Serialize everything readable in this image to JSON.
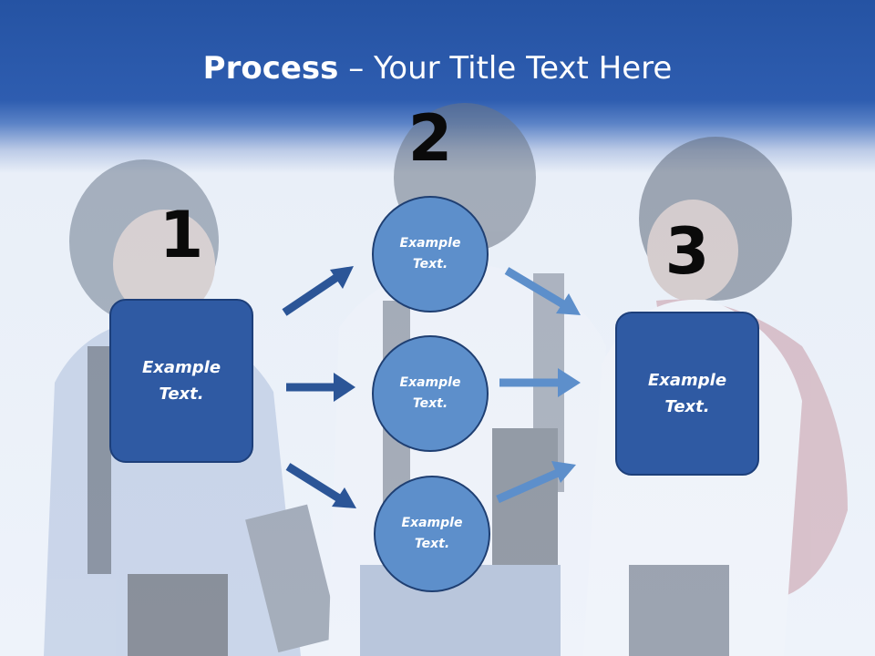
{
  "slide": {
    "title_bold": "Process",
    "title_sep": " – ",
    "title_rest": "Your Title Text Here"
  },
  "steps": {
    "one": {
      "number": "1",
      "text": "Example Text."
    },
    "two": {
      "number": "2",
      "items": [
        {
          "text": "Example Text."
        },
        {
          "text": "Example Text."
        },
        {
          "text": "Example Text."
        }
      ]
    },
    "three": {
      "number": "3",
      "text": "Example Text."
    }
  },
  "colors": {
    "header_blue": "#2553a3",
    "box_fill": "#2f5aa3",
    "circle_fill": "#5d8fcb",
    "arrow_dark": "#2b5597",
    "arrow_light": "#5d8fcb"
  },
  "icons": {
    "arrow_shape": "block-arrow-icon"
  }
}
